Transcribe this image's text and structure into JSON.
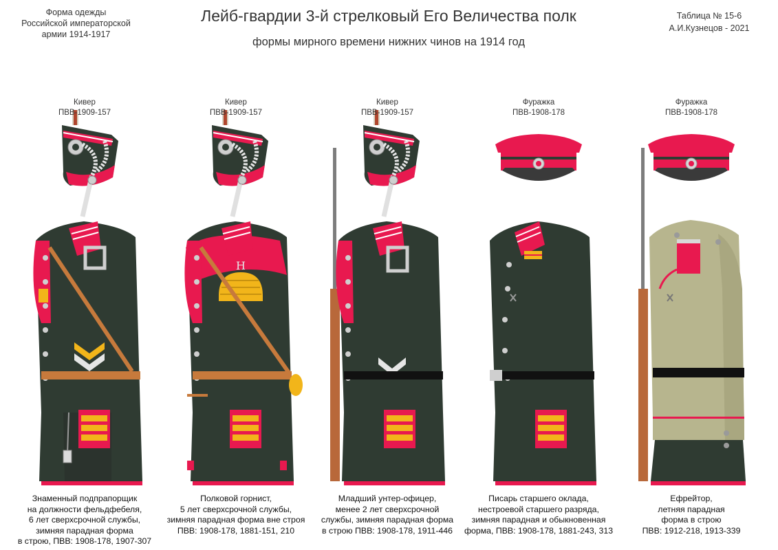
{
  "header": {
    "left_lines": [
      "Форма одежды",
      "Российской императорской",
      "армии  1914-1917"
    ],
    "title": "Лейб-гвардии 3-й стрелковый Его Величества полк",
    "subtitle": "формы мирного времени нижних чинов  на 1914 год",
    "right_lines": [
      "Таблица № 15-6",
      "А.И.Кузнецов - 2021"
    ]
  },
  "colors": {
    "uniform_green": "#2f3b32",
    "crimson": "#e8194f",
    "gold": "#f2b51a",
    "summer_khaki": "#b7b58e",
    "leather": "#c77a3c",
    "silver": "#d9d9d9"
  },
  "figures": [
    {
      "hat_lines": [
        "Кивер",
        "ПВВ-1909-157"
      ],
      "caption_lines": [
        "Знаменный подпрапорщик",
        "на должности фельдфебеля,",
        "6 лет сверхсрочной службы,",
        "зимняя парадная форма",
        "в строю, ПВВ: 1908-178, 1907-307"
      ]
    },
    {
      "hat_lines": [
        "Кивер",
        "ПВВ-1909-157"
      ],
      "caption_lines": [
        "Полковой горнист,",
        "5 лет сверхсрочной службы,",
        "зимняя парадная форма вне строя",
        "ПВВ: 1908-178, 1881-151, 210"
      ]
    },
    {
      "hat_lines": [
        "Кивер",
        "ПВВ-1909-157"
      ],
      "caption_lines": [
        "Младший унтер-офицер,",
        "менее 2 лет сверхсрочной",
        "службы, зимняя парадная форма",
        "в строю ПВВ: 1908-178, 1911-446"
      ]
    },
    {
      "hat_lines": [
        "Фуражка",
        "ПВВ-1908-178"
      ],
      "caption_lines": [
        "Писарь старшего оклада,",
        "нестроевой старшего разряда,",
        "зимняя парадная и обыкновенная",
        "форма, ПВВ: 1908-178, 1881-243, 313"
      ]
    },
    {
      "hat_lines": [
        "Фуражка",
        "ПВВ-1908-178"
      ],
      "caption_lines": [
        "Ефрейтор,",
        "летняя парадная",
        "форма в строю",
        "ПВВ: 1912-218, 1913-339"
      ]
    }
  ]
}
